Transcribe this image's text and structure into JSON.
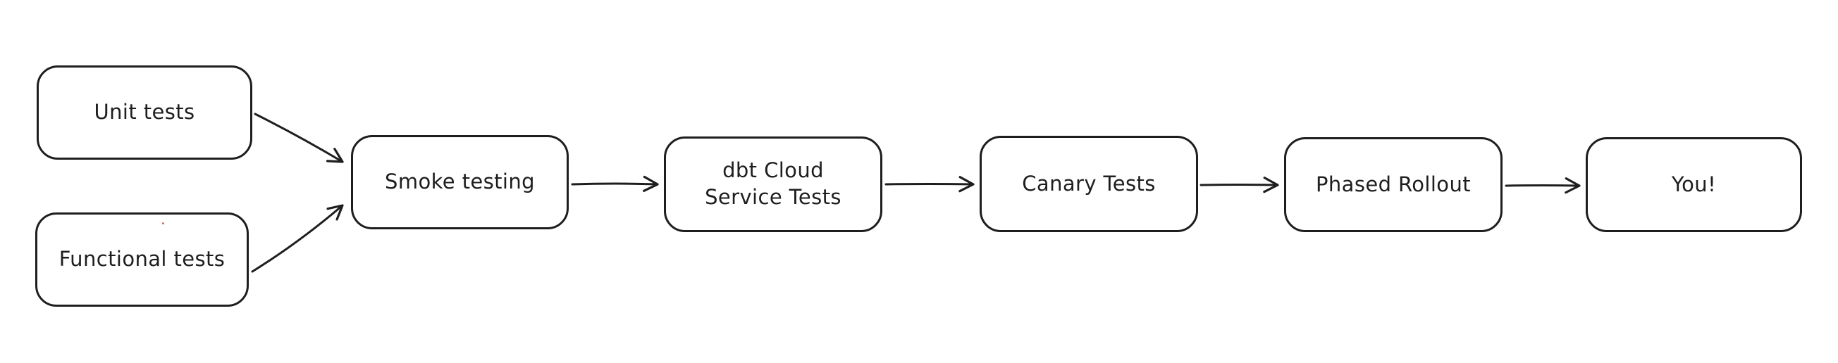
{
  "diagram": {
    "background": "#ffffff",
    "stroke_color": "#1e1e1e",
    "text_color": "#1e1e1e",
    "artifact_dot_color": "#d46a6a",
    "nodes": [
      {
        "id": "unit-tests",
        "label": "Unit tests"
      },
      {
        "id": "functional-tests",
        "label": "Functional tests"
      },
      {
        "id": "smoke-testing",
        "label": "Smoke testing"
      },
      {
        "id": "dbt-cloud-service-tests",
        "label": "dbt Cloud\nService Tests"
      },
      {
        "id": "canary-tests",
        "label": "Canary Tests"
      },
      {
        "id": "phased-rollout",
        "label": "Phased Rollout"
      },
      {
        "id": "you",
        "label": "You!"
      }
    ],
    "edges": [
      {
        "from": "unit-tests",
        "to": "smoke-testing"
      },
      {
        "from": "functional-tests",
        "to": "smoke-testing"
      },
      {
        "from": "smoke-testing",
        "to": "dbt-cloud-service-tests"
      },
      {
        "from": "dbt-cloud-service-tests",
        "to": "canary-tests"
      },
      {
        "from": "canary-tests",
        "to": "phased-rollout"
      },
      {
        "from": "phased-rollout",
        "to": "you"
      }
    ]
  }
}
